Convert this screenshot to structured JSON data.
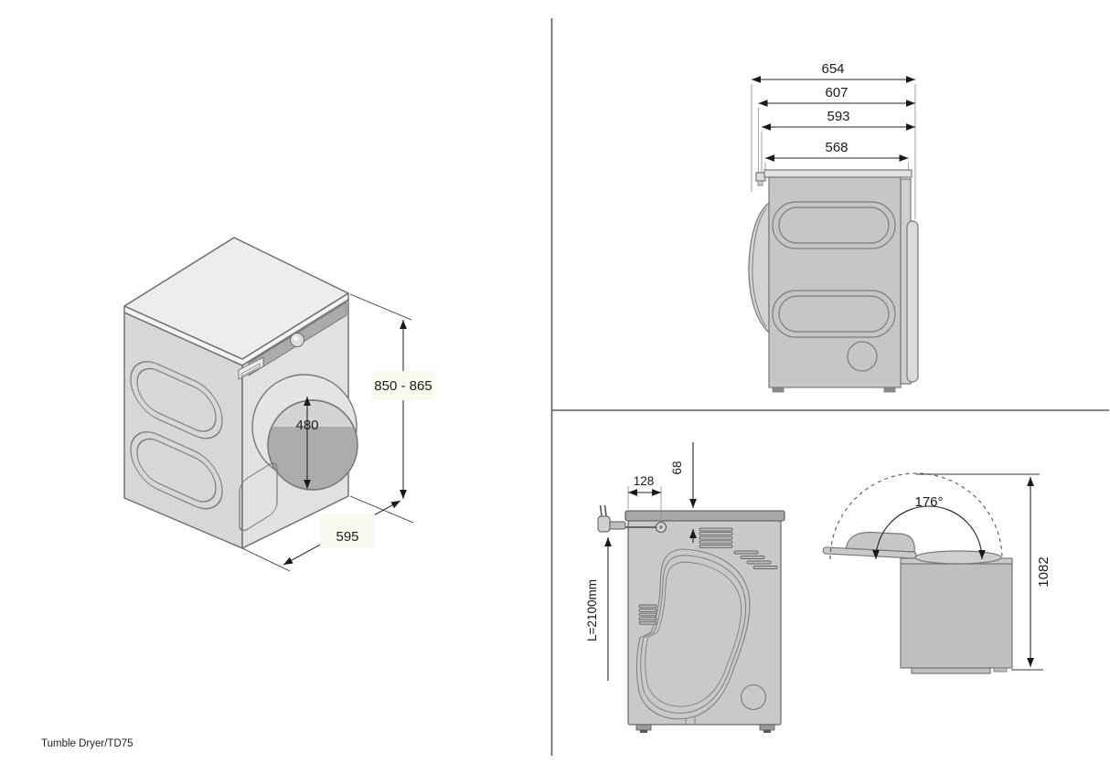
{
  "document": {
    "product_label": "Tumble Dryer/TD75"
  },
  "isometric_view": {
    "height_range": "850 - 865",
    "door_diameter": "480",
    "width": "595"
  },
  "side_view": {
    "widths": [
      "654",
      "607",
      "593",
      "568"
    ]
  },
  "back_view": {
    "cord_horizontal_offset": "128",
    "cord_vertical_offset": "68",
    "cord_length": "L=2100mm"
  },
  "lid_view": {
    "lid_opening_angle": "176°",
    "open_lid_height": "1082"
  },
  "colors": {
    "label_background": "#FAFAEF",
    "dimension_line": "#333333",
    "machine_gray": "#C9C9C9"
  }
}
